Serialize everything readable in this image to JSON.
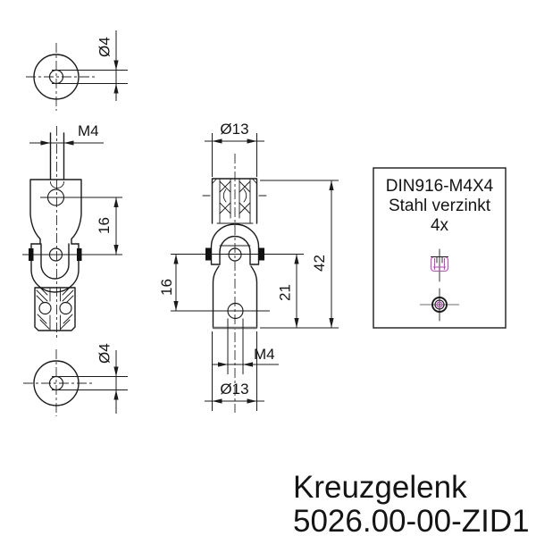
{
  "title_block": {
    "product_name": "Kreuzgelenk",
    "drawing_number": "5026.00-00-ZID1"
  },
  "note_box": {
    "line1": "DIN916-M4X4",
    "line2": "Stahl verzinkt",
    "line3": "4x"
  },
  "dimensions": {
    "top_view_hole_dia": "Ø4",
    "rod_thread": "M4",
    "front_hole_spacing": "16",
    "bottom_view_hole_dia": "Ø4",
    "top_body_dia": "Ø13",
    "overall_length": "42",
    "side_hole_spacing": "16",
    "hole_to_end": "21",
    "tapped_hole_thread": "M4",
    "bottom_body_dia": "Ø13"
  },
  "icons": {
    "note_upper": "set-screw-side-icon",
    "note_lower": "set-screw-top-icon"
  },
  "colors": {
    "line": "#1b1b1b",
    "thread_accent": "#c24ac2",
    "muted_line": "#6e6e6e"
  }
}
